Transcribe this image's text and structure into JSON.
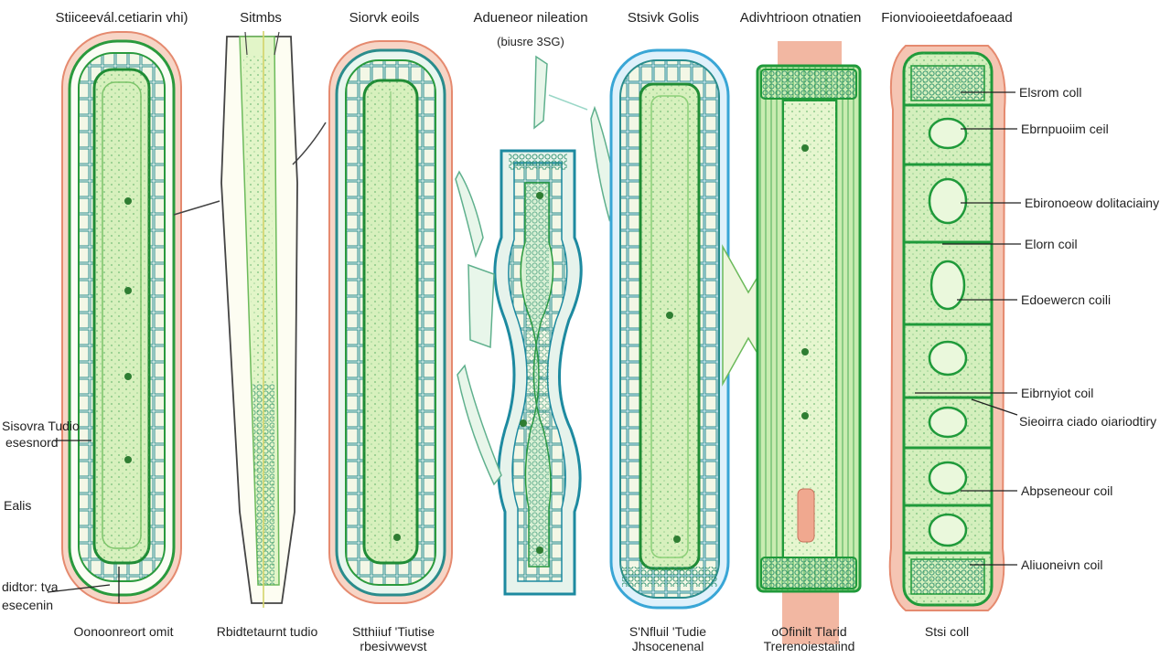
{
  "titles": {
    "t1": "Stiiceevál.cetiarin vhi)",
    "t2": "Sitmbs",
    "t3": "Siorvk eoils",
    "t4": "Adueneor nileation",
    "t4_sub": "(biusre 3SG)",
    "t5": "Stsivk Golis",
    "t6": "Adivhtrioon otnatien",
    "t7": "Fionviooieetdafoeaad"
  },
  "left_labels": {
    "l1a": "Sisovra Tudio",
    "l1b": "esesnord",
    "l2": "Ealis",
    "l3a": "didtor: tva",
    "l3b": "esecenin"
  },
  "right_labels": {
    "r1": "Elsrom coll",
    "r2": "Ebrnpuoiim ceil",
    "r3": "Ebironoeow dolitaciainy",
    "r4": "Elorn coil",
    "r5": "Edoewercn coili",
    "r6": "Eibrnyiot coil",
    "r7": "Sieoirra ciado oiariodtiry",
    "r8": "Abpseneour coil",
    "r9": "Aliuoneivn coil"
  },
  "captions": {
    "c1": "Oonoonreort omit",
    "c2": "Rbidtetaurnt tudio",
    "c3a": "Stthiiuf 'Tiutise",
    "c3b": "rbesivwevst",
    "c4a": "S'Nfluil 'Tudie",
    "c4b": "Jhsocenenal",
    "c5a": "oOfinilt Tlarid",
    "c5b": "Trerenoiestaiind",
    "c6": "Stsi coll"
  },
  "colors": {
    "green_dark": "#1f9a3a",
    "green_light": "#cfeeb0",
    "green_fill": "#e4f6d2",
    "salmon": "#ef9d84",
    "teal": "#2a8c8c",
    "blue": "#39a6d6",
    "sand": "#efe6c8"
  }
}
